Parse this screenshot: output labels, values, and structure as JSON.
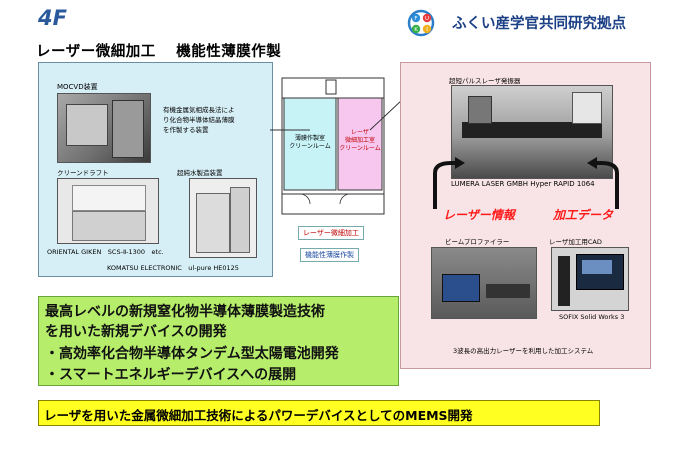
{
  "header": {
    "floor": "4F",
    "title": "レーザー微細加工　 機能性薄膜作製",
    "logo_text": "ふくい産学官共同研究拠点",
    "logo_letters": [
      "F",
      "U",
      "K",
      "I"
    ]
  },
  "left_panel": {
    "mocvd_label": "MOCVD装置",
    "mocvd_desc": [
      "有機金属気相成長法によ",
      "り化合物半導体結晶薄膜",
      "を作製する装置"
    ],
    "clean_draft_label": "クリーンドラフト",
    "clean_draft_caption": "ORIENTAL GIKEN　SCS-Ⅱ-1300　etc.",
    "water_label": "超純水製造装置",
    "water_caption": "KOMATSU ELECTRONIC　ul-pure HE0125"
  },
  "plan": {
    "room_left": [
      "薄膜作製室",
      "クリーンルーム"
    ],
    "room_right": [
      "レーザ",
      "微細加工室",
      "クリーンルーム"
    ],
    "caption_laser": "レーザー微細加工",
    "caption_film": "機能性薄膜作製"
  },
  "right_panel": {
    "laser_label": "超短パルスレーザ発振器",
    "laser_caption": "LUMERA LASER GMBH Hyper RAPID 1064",
    "info_title": "レーザー情報",
    "data_title": "加工データ",
    "profiler_label": "ビームプロファイラー",
    "cad_label": "レーザ加工用CAD",
    "cad_caption": "SOFIX Solid Works 3",
    "system_caption": "3波長の高出力レーザーを利用した加工システム"
  },
  "green_box": {
    "lines": [
      "最高レベルの新規窒化物半導体薄膜製造技術",
      "を用いた新規デバイスの開発",
      "・高効率化合物半導体タンデム型太陽電池開発",
      "・スマートエネルギーデバイスへの展開"
    ]
  },
  "yellow_bar": {
    "text": "レーザを用いた金属微細加工技術によるパワーデバイスとしてのMEMS開発"
  }
}
